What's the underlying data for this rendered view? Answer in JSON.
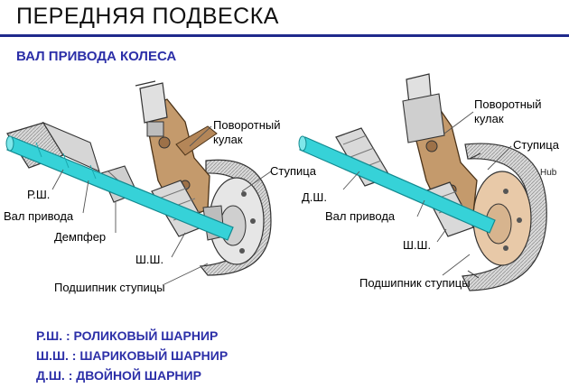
{
  "header": {
    "title": "ПЕРЕДНЯЯ ПОДВЕСКА",
    "subtitle": "ВАЛ ПРИВОДА КОЛЕСА"
  },
  "left_diagram": {
    "labels": {
      "knuckle": "Поворотный\nкулак",
      "hub": "Ступица",
      "tripod_joint": "Р.Ш.",
      "drive_shaft": "Вал привода",
      "damper": "Демпфер",
      "ball_joint": "Ш.Ш.",
      "hub_bearing": "Подшипник ступицы"
    }
  },
  "right_diagram": {
    "labels": {
      "knuckle": "Поворотный\nкулак",
      "hub": "Ступица",
      "hub_en": "Hub",
      "double_joint": "Д.Ш.",
      "drive_shaft": "Вал привода",
      "ball_joint": "Ш.Ш.",
      "hub_bearing": "Подшипник ступицы"
    }
  },
  "legend": [
    "Р.Ш. : РОЛИКОВЫЙ ШАРНИР",
    "Ш.Ш. : ШАРИКОВЫЙ ШАРНИР",
    "Д.Ш. : ДВОЙНОЙ ШАРНИР"
  ],
  "colors": {
    "accent": "#2c2fa8",
    "rule": "#1f2a8c",
    "shaft": "#36d2d8",
    "knuckle": "#c49a6c",
    "metal": "#bdbdbd"
  }
}
